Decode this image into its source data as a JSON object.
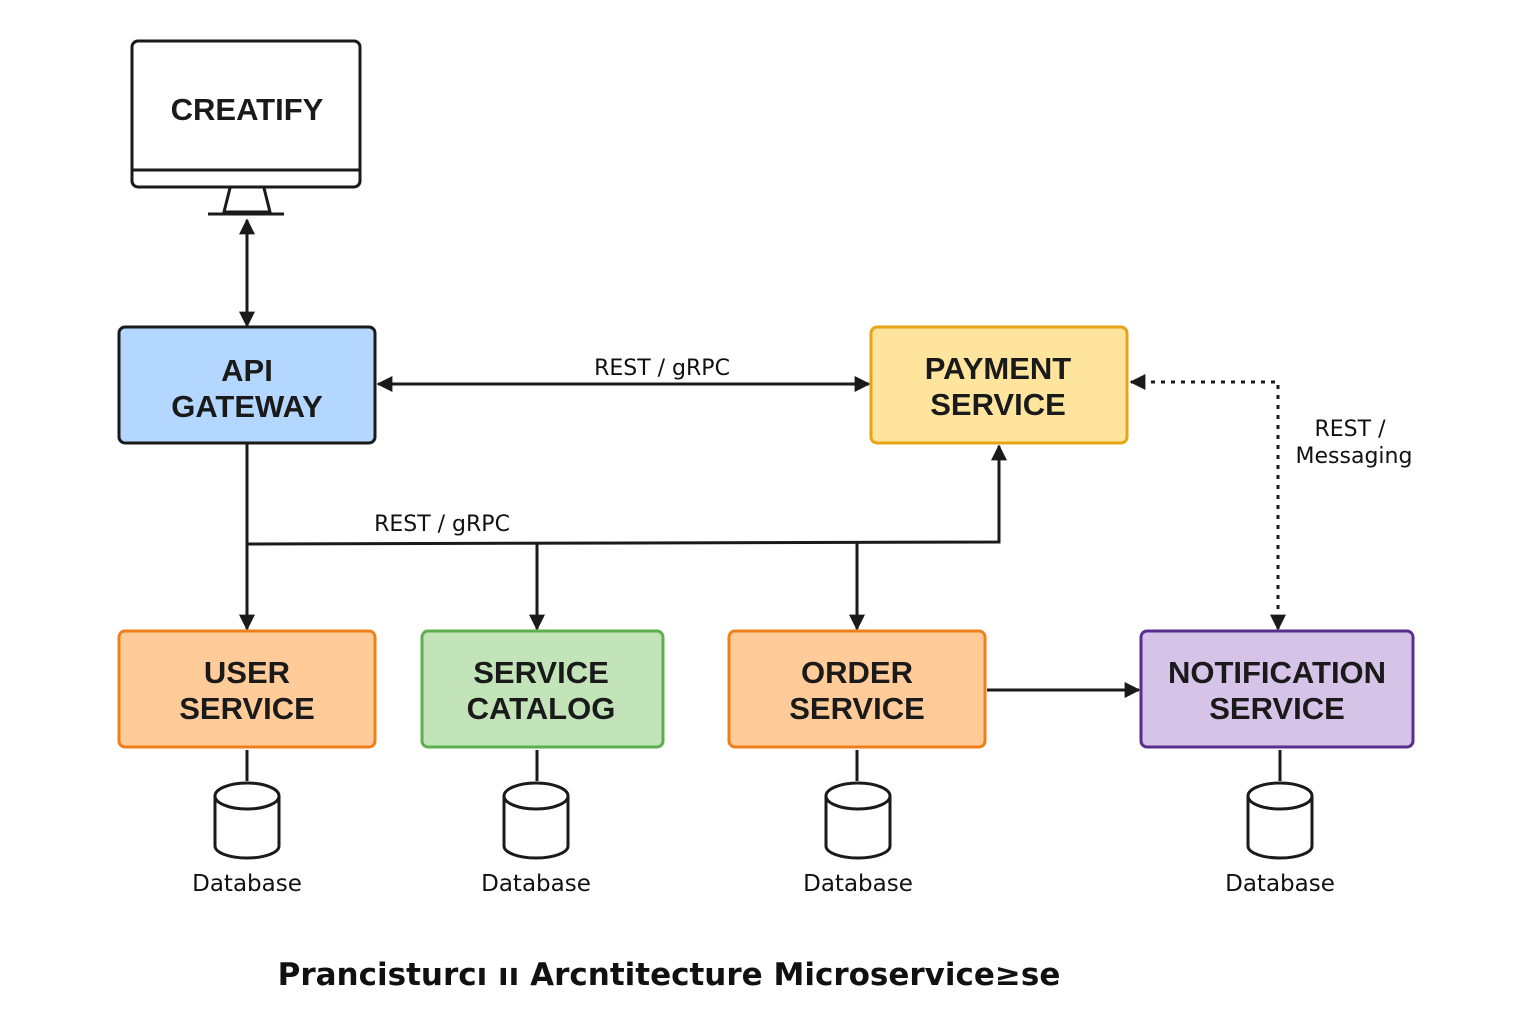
{
  "client": {
    "label": "CREATIFY"
  },
  "nodes": {
    "api_gateway": {
      "lines": [
        "API",
        "GATEWAY"
      ],
      "fill": "#b3d7ff",
      "stroke": "#1a1a1a"
    },
    "payment_service": {
      "lines": [
        "PAYMENT",
        "SERVICE"
      ],
      "fill": "#ffe49e",
      "stroke": "#e8a317"
    },
    "user_service": {
      "lines": [
        "USER",
        "SERVICE"
      ],
      "fill": "#ffcc99",
      "stroke": "#f07f1a"
    },
    "service_catalog": {
      "lines": [
        "SERVICE",
        "CATALOG"
      ],
      "fill": "#c3e3b8",
      "stroke": "#5caf4c"
    },
    "order_service": {
      "lines": [
        "ORDER",
        "SERVICE"
      ],
      "fill": "#ffcc99",
      "stroke": "#f07f1a"
    },
    "notification_service": {
      "lines": [
        "NOTIFICATION",
        "SERVICE"
      ],
      "fill": "#d6c3e8",
      "stroke": "#5b2d8e"
    }
  },
  "edge_labels": {
    "gateway_payment": "REST / gRPC",
    "gateway_bus": "REST / gRPC",
    "payment_notification": [
      "REST /",
      "Messaging"
    ]
  },
  "databases": {
    "user": "Database",
    "catalog": "Database",
    "order": "Database",
    "notification": "Database"
  },
  "caption": "Prancisturcı ıı Arcntitecture Microservice≥se"
}
